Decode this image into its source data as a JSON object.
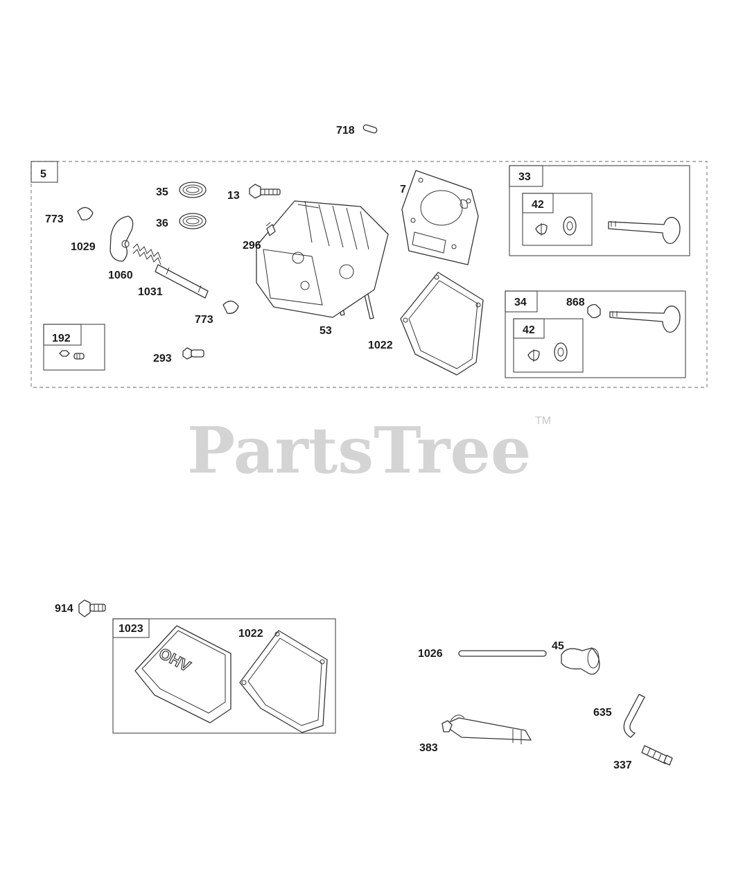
{
  "watermark": {
    "text": "PartsTree",
    "trademark": "TM"
  },
  "cover_lettering": "OHV",
  "callouts": {
    "c718": "718",
    "c5": "5",
    "c35": "35",
    "c36": "36",
    "c13": "13",
    "c7": "7",
    "c33": "33",
    "c42a": "42",
    "c773a": "773",
    "c1029": "1029",
    "c296": "296",
    "c1060": "1060",
    "c1031": "1031",
    "c773b": "773",
    "c53": "53",
    "c34": "34",
    "c868": "868",
    "c42b": "42",
    "c192": "192",
    "c293": "293",
    "c1022a": "1022",
    "c914": "914",
    "c1023": "1023",
    "c1022b": "1022",
    "c1026": "1026",
    "c45": "45",
    "c635": "635",
    "c383": "383",
    "c337": "337"
  }
}
